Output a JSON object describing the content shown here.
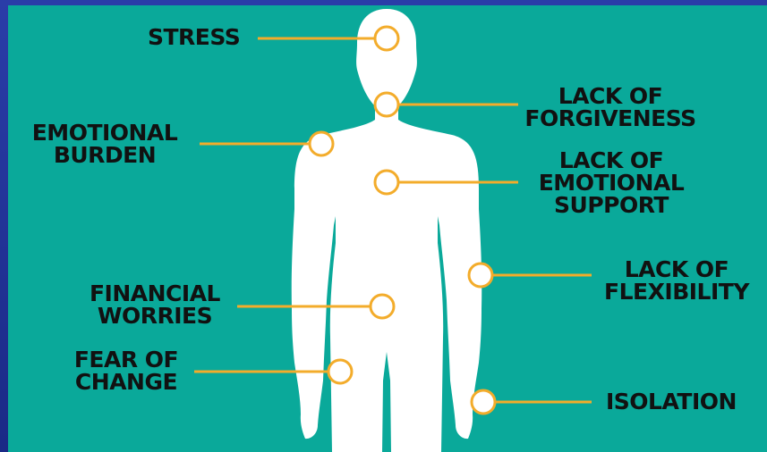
{
  "colors": {
    "background_frame": "#1b2f86",
    "panel": "#0aa99a",
    "figure": "#ffffff",
    "connector": "#f3ac2b",
    "label_text": "#111111"
  },
  "labels": {
    "stress": [
      "STRESS"
    ],
    "emotional_burden": [
      "EMOTIONAL",
      "BURDEN"
    ],
    "financial_worries": [
      "FINANCIAL",
      "WORRIES"
    ],
    "fear_of_change": [
      "FEAR OF",
      "CHANGE"
    ],
    "lack_of_forgiveness": [
      "LACK OF",
      "FORGIVENESS"
    ],
    "lack_of_emotional_support": [
      "LACK OF",
      "EMOTIONAL",
      "SUPPORT"
    ],
    "lack_of_flexibility": [
      "LACK OF",
      "FLEXIBILITY"
    ],
    "isolation": [
      "ISOLATION"
    ]
  }
}
